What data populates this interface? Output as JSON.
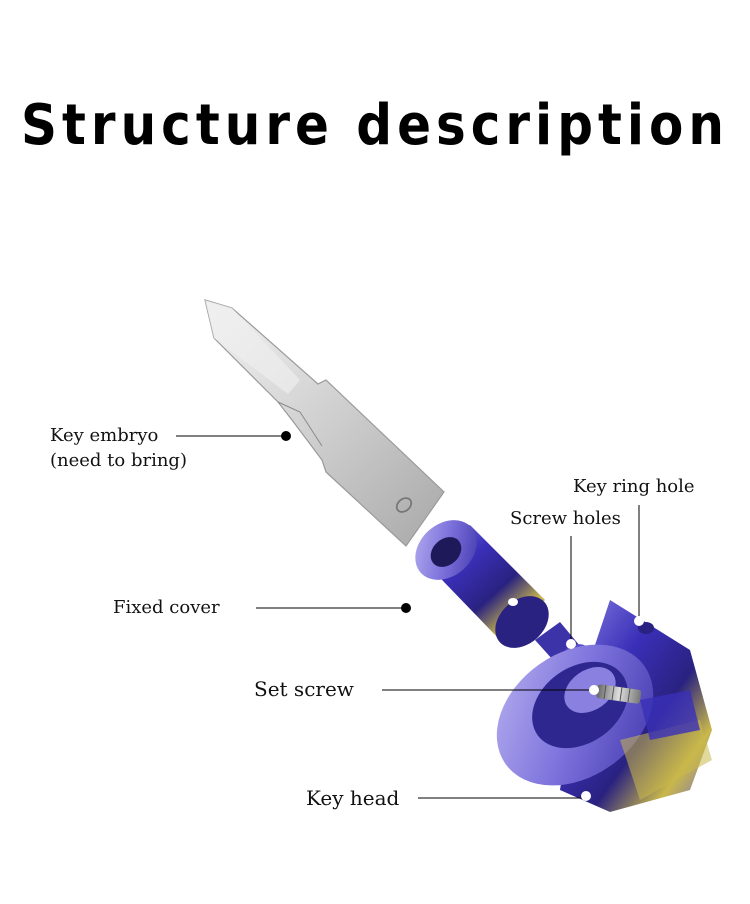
{
  "title": "Structure description",
  "labels": {
    "key_embryo_line1": "Key embryo",
    "key_embryo_line2": "(need to bring)",
    "key_ring_hole": "Key ring hole",
    "screw_holes": "Screw holes",
    "fixed_cover": "Fixed cover",
    "set_screw": "Set screw",
    "key_head": "Key head"
  },
  "colors": {
    "blade": "#d9d9d9",
    "titanium_blue": "#4b3fd0",
    "titanium_purple": "#8a7fe0",
    "titanium_gold": "#c9b84a"
  }
}
